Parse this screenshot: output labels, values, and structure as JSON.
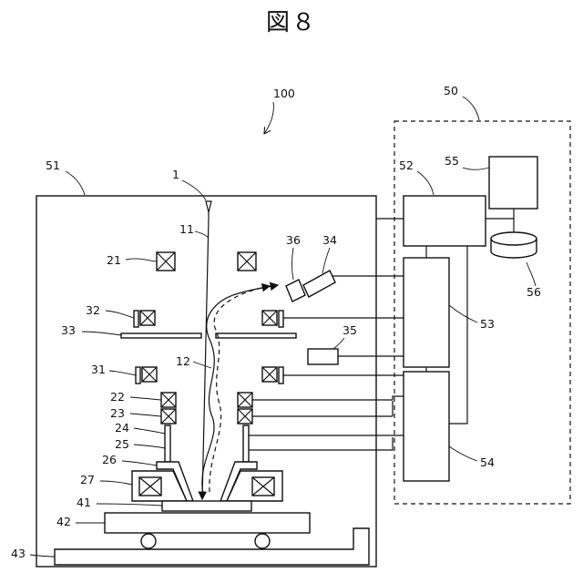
{
  "figure": {
    "title": "図８"
  },
  "labels": {
    "system": "100",
    "controller_group": "50",
    "vacuum_chamber": "51",
    "electron_source": "1",
    "primary_beam": "11",
    "secondary_beam": "12",
    "condenser_lens": "21",
    "objective_lens_upper": "22",
    "objective_lens_lower": "23",
    "electrode_24": "24",
    "electrode_25": "25",
    "electrode_26": "26",
    "coil_27": "27",
    "deflector_31": "31",
    "deflector_32": "32",
    "aperture_33": "33",
    "detector_34": "34",
    "detector_35": "35",
    "scintillator_36": "36",
    "sample": "41",
    "stage": "42",
    "base": "43",
    "control_52": "52",
    "control_53": "53",
    "control_54": "54",
    "display": "55",
    "storage": "56"
  }
}
